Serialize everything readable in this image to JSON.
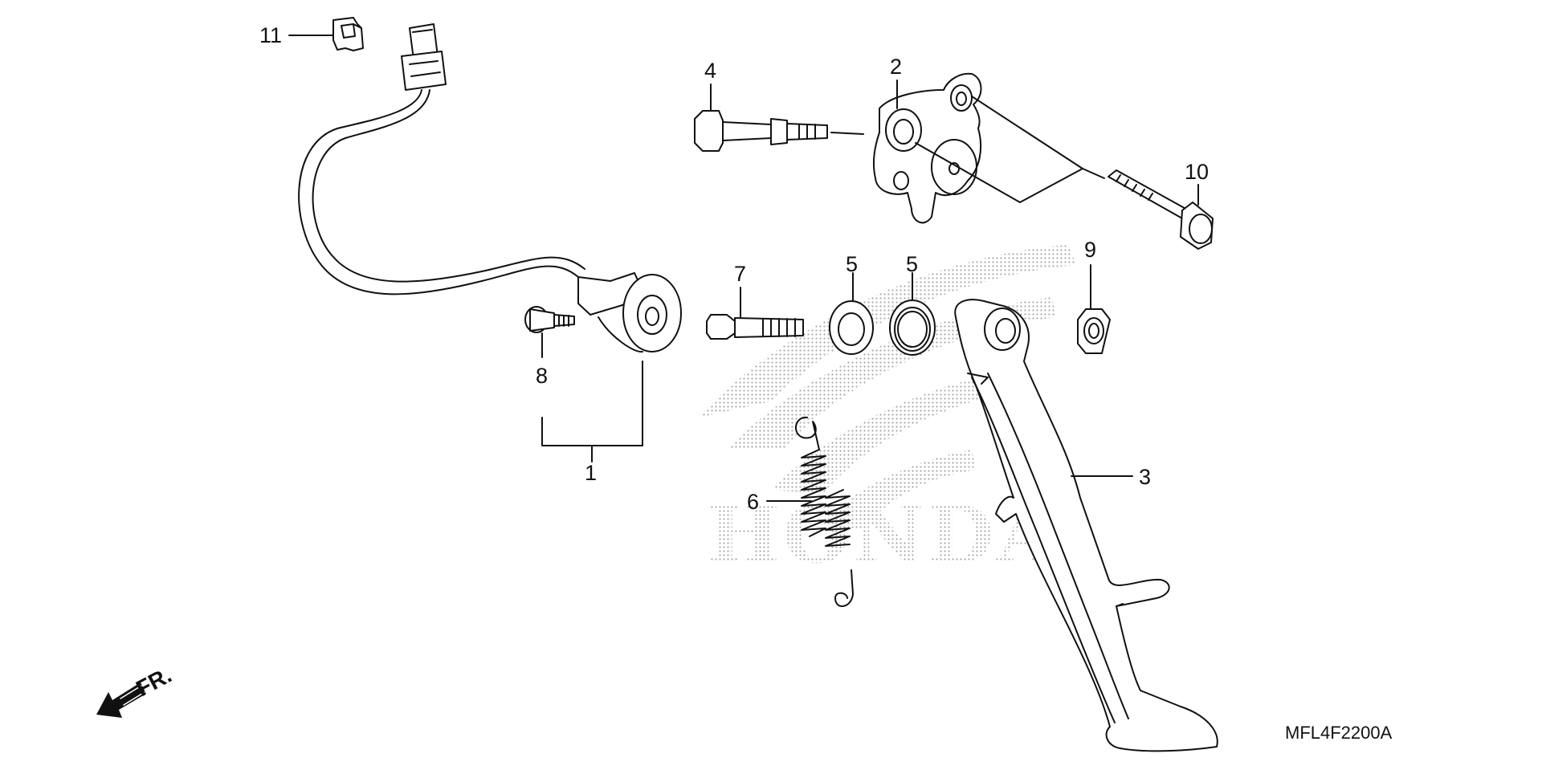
{
  "diagram": {
    "watermark": "HONDA",
    "part_code": "MFL4F2200A",
    "direction_label": "FR.",
    "callouts": {
      "c1": "1",
      "c2": "2",
      "c3": "3",
      "c4": "4",
      "c5a": "5",
      "c5b": "5",
      "c6": "6",
      "c7": "7",
      "c8": "8",
      "c9": "9",
      "c10": "10",
      "c11": "11"
    },
    "parts": [
      {
        "id": "side-stand-switch",
        "icon": "switch-with-harness"
      },
      {
        "id": "pivot-bracket",
        "icon": "bracket"
      },
      {
        "id": "side-stand",
        "icon": "kickstand"
      },
      {
        "id": "pivot-bolt",
        "icon": "bolt"
      },
      {
        "id": "washers",
        "icon": "washer"
      },
      {
        "id": "return-spring",
        "icon": "coil-spring"
      },
      {
        "id": "stud-bolt",
        "icon": "stud"
      },
      {
        "id": "switch-bolt",
        "icon": "bolt"
      },
      {
        "id": "lock-nut",
        "icon": "nut"
      },
      {
        "id": "flange-bolt",
        "icon": "bolt"
      },
      {
        "id": "connector-clip",
        "icon": "clip"
      }
    ],
    "colors": {
      "ink": "#111111",
      "watermark": "#bdbdbd"
    }
  }
}
